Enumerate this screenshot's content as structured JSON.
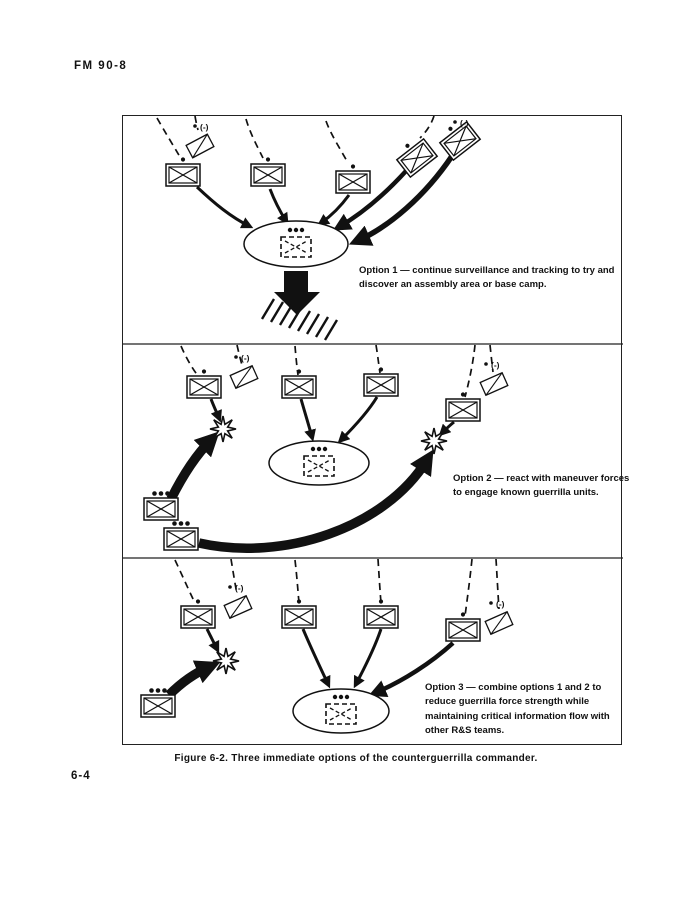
{
  "page": {
    "header": "FM 90-8",
    "page_number": "6-4"
  },
  "figure": {
    "caption": "Figure 6-2. Three immediate options of the counterguerrilla commander.",
    "reduced_label": "(-)",
    "options": [
      "Option 1 — continue surveillance and tracking to try and discover an assembly area or base camp.",
      "Option 2 — react with maneuver forces to engage known guerrilla units.",
      "Option 3 — combine options 1 and 2 to reduce guerrilla force strength while maintaining critical information flow with other R&S teams."
    ],
    "colors": {
      "ink": "#111111",
      "paper": "#ffffff"
    }
  }
}
